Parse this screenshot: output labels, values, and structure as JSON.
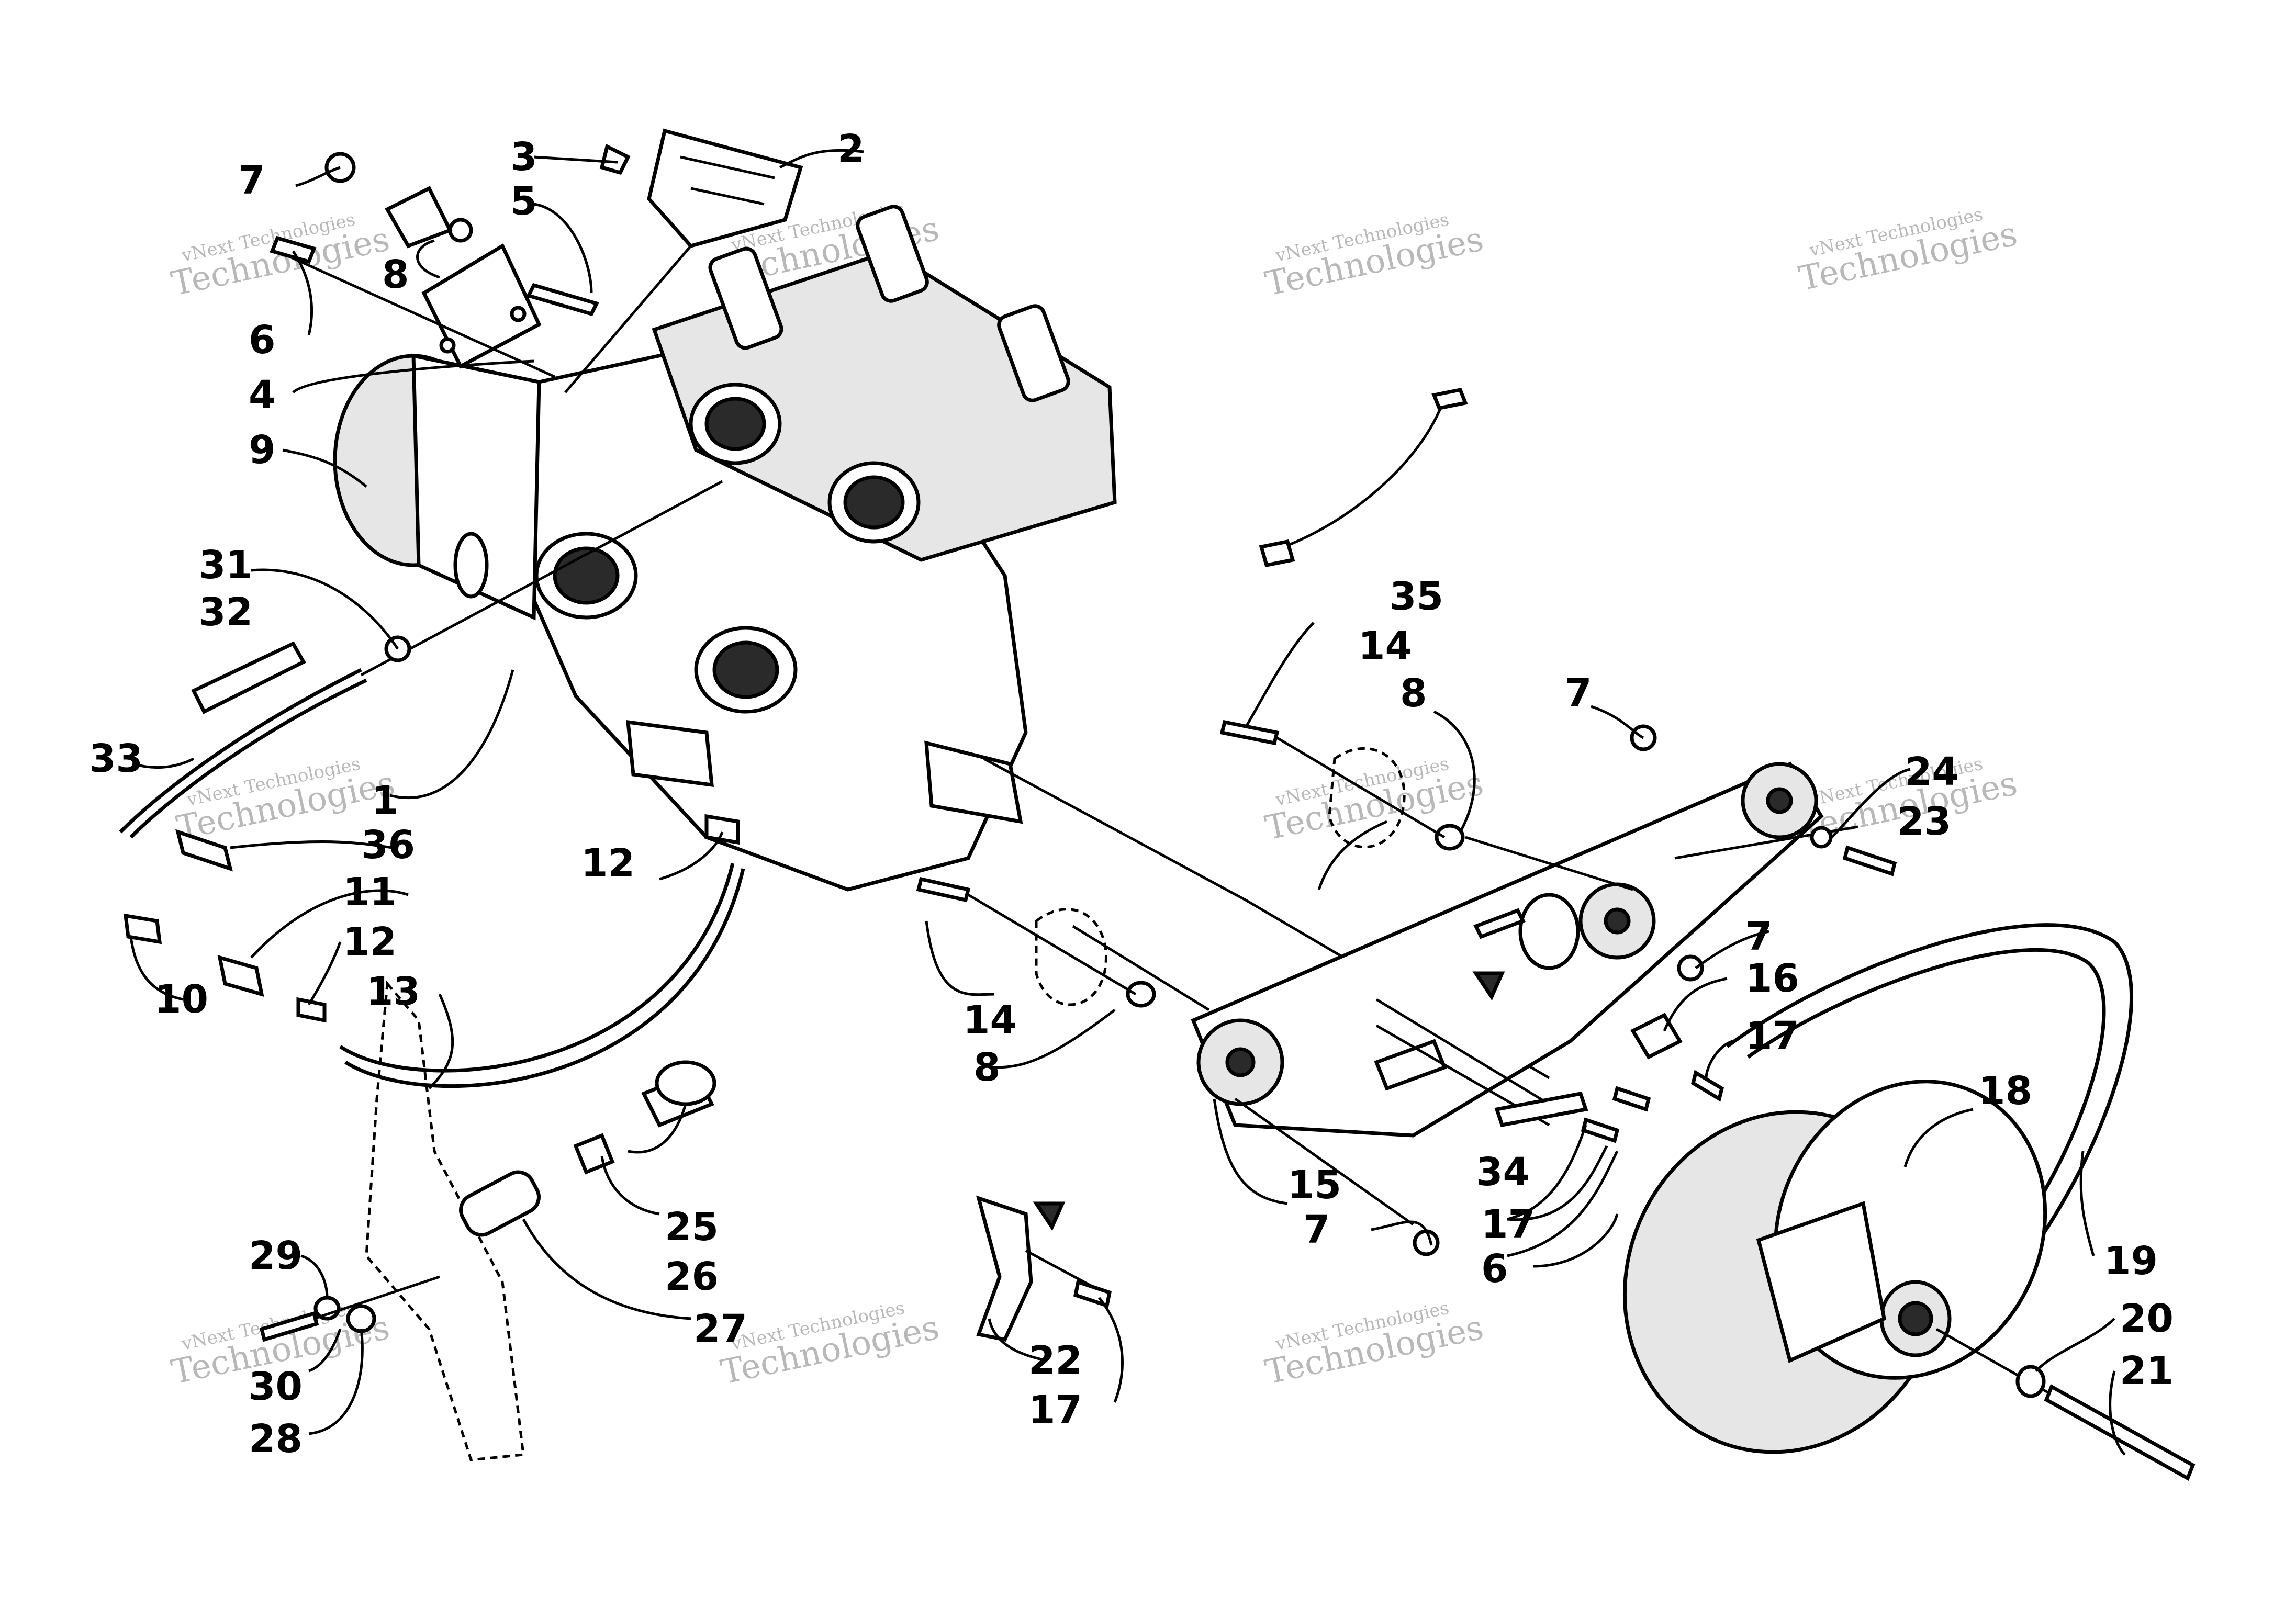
{
  "callouts": [
    {
      "id": "c1",
      "text": "1"
    },
    {
      "id": "c2",
      "text": "2"
    },
    {
      "id": "c3",
      "text": "3"
    },
    {
      "id": "c4",
      "text": "4"
    },
    {
      "id": "c5",
      "text": "5"
    },
    {
      "id": "c6a",
      "text": "6"
    },
    {
      "id": "c6b",
      "text": "6"
    },
    {
      "id": "c7a",
      "text": "7"
    },
    {
      "id": "c7b",
      "text": "7"
    },
    {
      "id": "c7c",
      "text": "7"
    },
    {
      "id": "c7d",
      "text": "7"
    },
    {
      "id": "c8a",
      "text": "8"
    },
    {
      "id": "c8b",
      "text": "8"
    },
    {
      "id": "c8c",
      "text": "8"
    },
    {
      "id": "c9",
      "text": "9"
    },
    {
      "id": "c10",
      "text": "10"
    },
    {
      "id": "c11",
      "text": "11"
    },
    {
      "id": "c12a",
      "text": "12"
    },
    {
      "id": "c12b",
      "text": "12"
    },
    {
      "id": "c13",
      "text": "13"
    },
    {
      "id": "c14a",
      "text": "14"
    },
    {
      "id": "c14b",
      "text": "14"
    },
    {
      "id": "c15",
      "text": "15"
    },
    {
      "id": "c16",
      "text": "16"
    },
    {
      "id": "c17a",
      "text": "17"
    },
    {
      "id": "c17b",
      "text": "17"
    },
    {
      "id": "c17c",
      "text": "17"
    },
    {
      "id": "c18",
      "text": "18"
    },
    {
      "id": "c19",
      "text": "19"
    },
    {
      "id": "c20",
      "text": "20"
    },
    {
      "id": "c21",
      "text": "21"
    },
    {
      "id": "c22",
      "text": "22"
    },
    {
      "id": "c23",
      "text": "23"
    },
    {
      "id": "c24",
      "text": "24"
    },
    {
      "id": "c25",
      "text": "25"
    },
    {
      "id": "c26",
      "text": "26"
    },
    {
      "id": "c27",
      "text": "27"
    },
    {
      "id": "c28",
      "text": "28"
    },
    {
      "id": "c29",
      "text": "29"
    },
    {
      "id": "c30",
      "text": "30"
    },
    {
      "id": "c31",
      "text": "31"
    },
    {
      "id": "c32",
      "text": "32"
    },
    {
      "id": "c33",
      "text": "33"
    },
    {
      "id": "c34",
      "text": "34"
    },
    {
      "id": "c35",
      "text": "35"
    },
    {
      "id": "c36",
      "text": "36"
    }
  ],
  "watermark": {
    "line1": "vNext Technologies",
    "line2": "Technologies",
    "color": "#b8b8b8"
  },
  "colors": {
    "ink": "#000000",
    "paper": "#ffffff"
  }
}
